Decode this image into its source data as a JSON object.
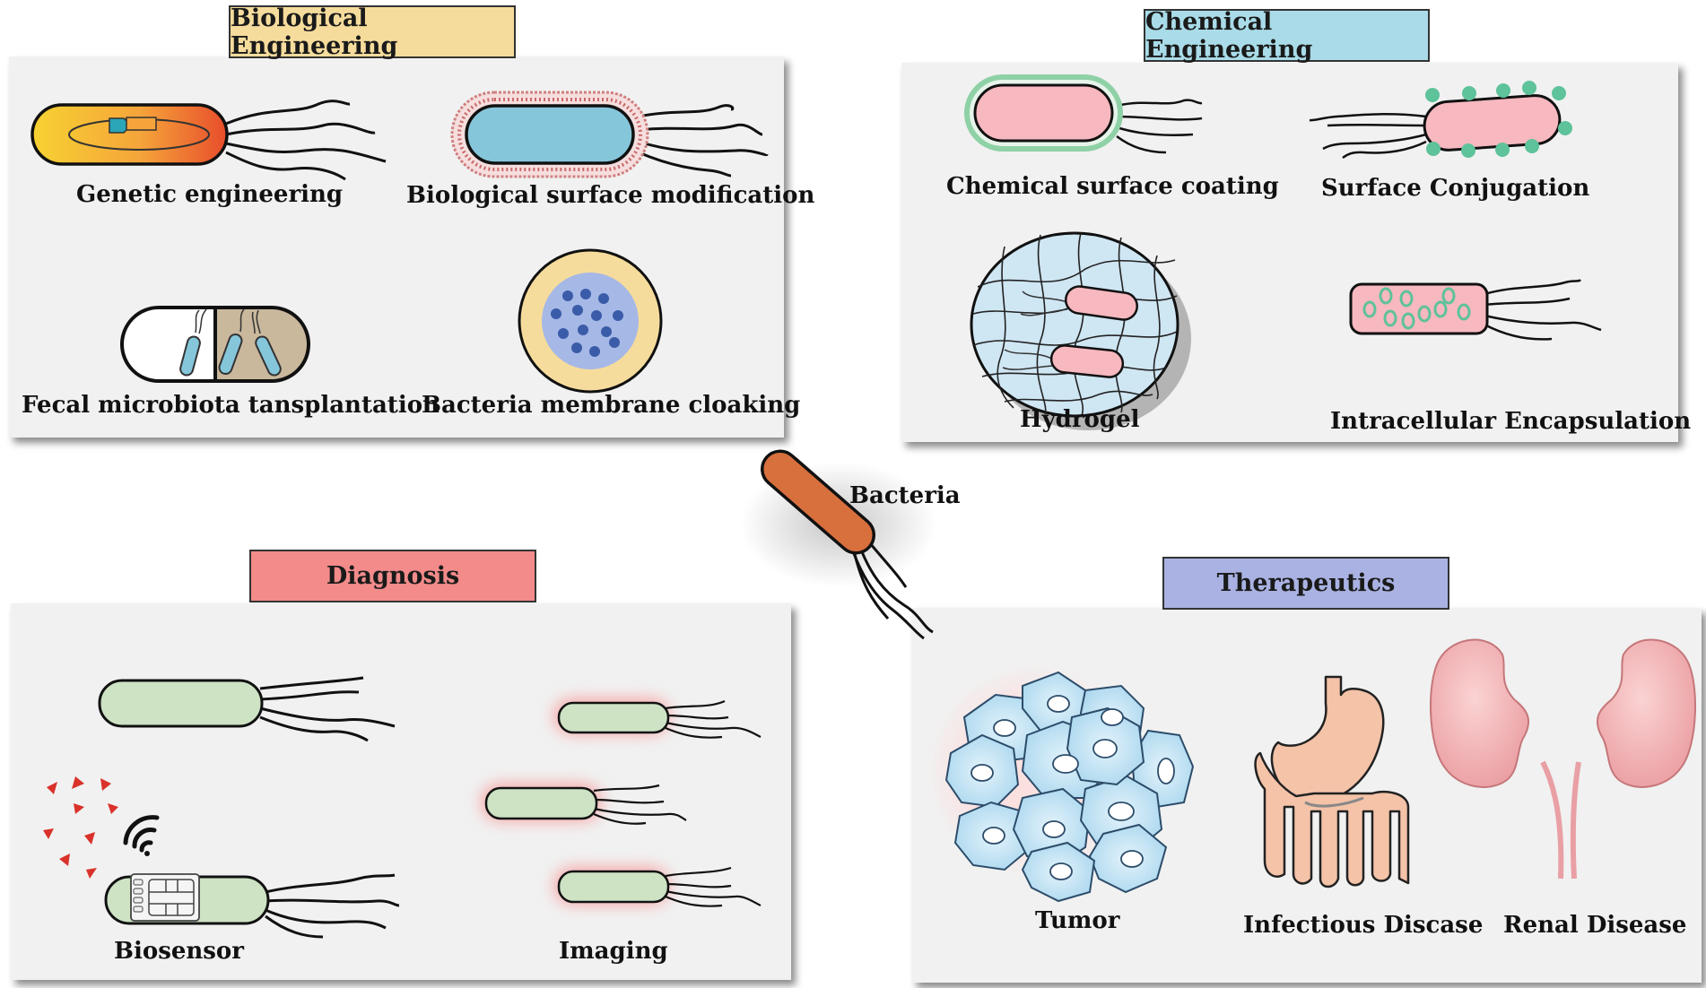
{
  "center": {
    "label": "Bacteria"
  },
  "sections": {
    "biological": {
      "title": "Biological Engineering",
      "color": "#f6dc9c",
      "items": [
        "Genetic engineering",
        "Biological surface modification",
        "Fecal microbiota tansplantation",
        "Bacteria membrane cloaking"
      ]
    },
    "chemical": {
      "title": "Chemical Engineering",
      "color": "#a9dbe8",
      "items": [
        "Chemical surface coating",
        "Surface Conjugation",
        "Hydrogel",
        "Intracellular Encapsulation"
      ]
    },
    "diagnosis": {
      "title": "Diagnosis",
      "color": "#f28b8a",
      "items": [
        "Biosensor",
        "Imaging"
      ]
    },
    "therapeutics": {
      "title": "Therapeutics",
      "color": "#a9b2e2",
      "items": [
        "Tumor",
        "Infectious Discase",
        "Renal Disease"
      ]
    }
  },
  "colors": {
    "panel": "#f1f1f1",
    "bacterium_center": "#d8703e",
    "pink_cell": "#f7b8bf",
    "green_cell": "#cde3c4",
    "blue_cell": "#86c6db",
    "teal_dots": "#5ec29a"
  }
}
